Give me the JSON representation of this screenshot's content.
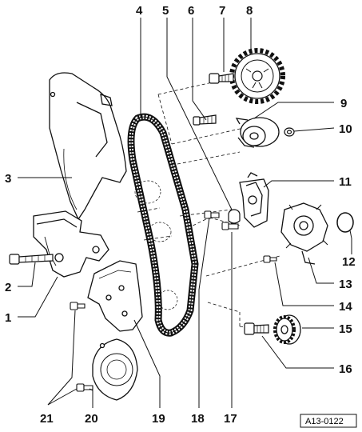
{
  "figure": {
    "reference_code": "A13-0122",
    "callouts": [
      {
        "number": "1"
      },
      {
        "number": "2"
      },
      {
        "number": "3"
      },
      {
        "number": "4"
      },
      {
        "number": "5"
      },
      {
        "number": "6"
      },
      {
        "number": "7"
      },
      {
        "number": "8"
      },
      {
        "number": "9"
      },
      {
        "number": "10"
      },
      {
        "number": "11"
      },
      {
        "number": "12"
      },
      {
        "number": "13"
      },
      {
        "number": "14"
      },
      {
        "number": "15"
      },
      {
        "number": "16"
      },
      {
        "number": "17"
      },
      {
        "number": "18"
      },
      {
        "number": "19"
      },
      {
        "number": "20"
      },
      {
        "number": "21"
      }
    ]
  },
  "colors": {
    "line": "#111111",
    "background": "#ffffff"
  }
}
